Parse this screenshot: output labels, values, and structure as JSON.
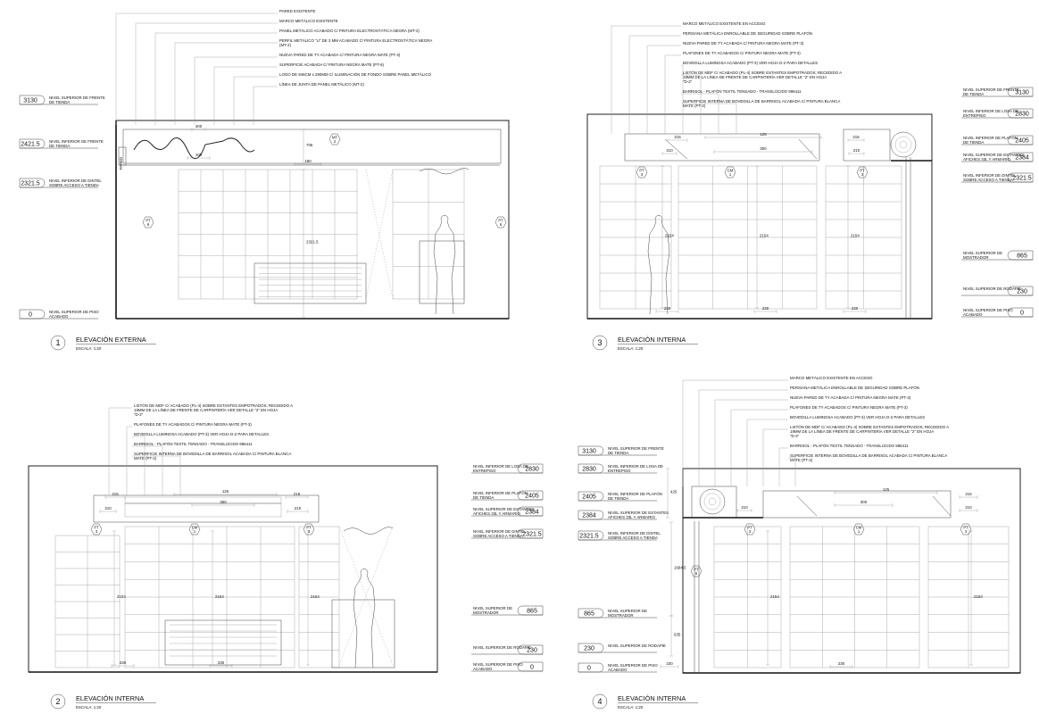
{
  "views": [
    {
      "num": "1",
      "title": "ELEVACIÓN EXTERNA",
      "scale": "ESCALA: 1:20",
      "left_levels": [
        {
          "value": "3130",
          "label": "NIVEL SUPERIOR DE FRENTE DE TIENDA"
        },
        {
          "value": "2421.5",
          "label": "NIVEL INFERIOR DE FRENTE DE TIENDA"
        },
        {
          "value": "2321.5",
          "label": "NIVEL INFERIOR DE DINTEL SOBRE ACCESO A TIENDA"
        },
        {
          "value": "0",
          "label": "NIVEL SUPERIOR DE PISO ACABADO"
        }
      ],
      "right_levels": [],
      "notes": [
        "PARED EXISTENTE",
        "MARCO METÁLICO EXISTENTE",
        "PANEL METÁLICO ACABADO C/ PINTURA ELECTROSTÁTICA NEGRA (MT-2)",
        "PERFIL METÁLICO \"U\" DE 3 MM ACABADO C/ PINTURA ELECTROSTÁTICA NEGRA (MT-2)",
        "NUEVA PARED DE TY ACABADA C/ PINTURA NEGRA MATE (PT-3)",
        "SUPERFICIE ACABADA C/ PINTURA NEGRA MATE (PT-6)",
        "LOGO DE 946CM x 290MM C/ ILUMINACIÓN DE FONDO SOBRE PANEL METÁLICO",
        "LÍNEA DE JUNTA DE PANEL METÁLICO (MT-2)"
      ],
      "dims": [
        "400",
        "706",
        "100",
        "2321.5",
        "180"
      ],
      "tags": [
        "PT 6",
        "PT 6",
        "MT 2"
      ]
    },
    {
      "num": "3",
      "title": "ELEVACIÓN INTERNA",
      "scale": "ESCALA: 1:20",
      "left_levels": [],
      "right_levels": [
        {
          "value": "3130",
          "label": "NIVEL SUPERIOR DE FRENTE DE TIENDA"
        },
        {
          "value": "2830",
          "label": "NIVEL INFERIOR DE LOSA DE ENTREPISO"
        },
        {
          "value": "2405",
          "label": "NIVEL INFERIOR DE PLAFÓN DE TIENDA"
        },
        {
          "value": "2384",
          "label": "NIVEL SUPERIOR DE ESTANTES AFICHES 33L Y ARMARIO"
        },
        {
          "value": "2321.5",
          "label": "NIVEL INFERIOR DE DINTEL SOBRE ACCESO A TIENDA"
        },
        {
          "value": "865",
          "label": "NIVEL SUPERIOR DE MOSTRADOR"
        },
        {
          "value": "230",
          "label": "NIVEL SUPERIOR DE RODAPIE"
        },
        {
          "value": "0",
          "label": "NIVEL SUPERIOR DE PISO ACABADO"
        }
      ],
      "notes": [
        "MARCO METÁLICO EXISTENTE EN ACCESO",
        "PERSIANA METÁLICA ENROLLABLE DE SEGURIDAD SOBRE PLAFÓN",
        "NUEVA PARED DE TY ACABADA C/ PINTURA NEGRA MATE (PT-3)",
        "PLAFONES DE TY ACABADOS C/ PINTURA NEGRA MATE (PT-3)",
        "BOVEDILLA LUMINOSA ACABADO (PT-3) VER HOJA D-2 PARA DETALLES",
        "LISTÓN DE MDF C/ ACABADO (PL-4) SOBRE ESTANTES EMPOTRADOS; RECEDIDO A 19MM DE LA LÍNEA DE FRENTE DE CARPINTERÍA VER DETALLE \"2\" EN HOJA \"D-2\"",
        "BARRISOL - PLAFÓN TEXTIL TENSADO - TRANSLÚCIDO 996411",
        "SUPERFICIE INTERNA DE BOVEDILLA DE BARRISOL ACABADA C/ PINTURA BLANCA MATE (PT-2)"
      ],
      "dims": [
        "215",
        "125",
        "300",
        "215",
        "210",
        "210",
        "230",
        "2154",
        "2154",
        "2154",
        "230",
        "230"
      ],
      "tags": [
        "PT 3",
        "CM 1",
        "PT 3"
      ]
    },
    {
      "num": "2",
      "title": "ELEVACIÓN INTERNA",
      "scale": "ESCALA: 1:20",
      "left_levels": [],
      "right_levels": [
        {
          "value": "2830",
          "label": "NIVEL INFERIOR DE LOSA DE ENTREPISO"
        },
        {
          "value": "2405",
          "label": "NIVEL INFERIOR DE PLAFÓN DE TIENDA"
        },
        {
          "value": "2384",
          "label": "NIVEL SUPERIOR DE ESTANTES AFICHES 33L Y ARMARIO"
        },
        {
          "value": "2321.5",
          "label": "NIVEL INFERIOR DE DINTEL SOBRE ACCESO A TIENDA"
        },
        {
          "value": "865",
          "label": "NIVEL SUPERIOR DE MOSTRADOR"
        },
        {
          "value": "230",
          "label": "NIVEL SUPERIOR DE RODAPIE"
        },
        {
          "value": "0",
          "label": "NIVEL SUPERIOR DE PISO ACABADO"
        }
      ],
      "notes": [
        "LISTÓN DE MDF C/ ACABADO (PL-4) SOBRE ESTANTES EMPOTRADOS; RECEDIDO A 19MM DE LA LÍNEA DE FRENTE DE CARPINTERÍA VER DETALLE \"2\" EN HOJA \"D-2\"",
        "PLAFONES DE TY ACABADOS C/ PINTURA NEGRA MATE (PT-3)",
        "BOVEDILLA LUMINOSA ACABADO (PT-3) VER HOJA D-2 PARA DETALLES",
        "BARRISOL - PLAFÓN TEXTIL TENSADO - TRANSLÚCIDO 996411",
        "SUPERFICIE INTERNA DE BOVEDILLA DE BARRISOL ACABADA C/ PINTURA BLANCA MATE (PT-2)"
      ],
      "dims": [
        "215",
        "125",
        "215",
        "210",
        "300",
        "210",
        "2154",
        "2154",
        "2154",
        "230",
        "230"
      ],
      "tags": [
        "PT 3",
        "CM 1",
        "PT 3"
      ]
    },
    {
      "num": "4",
      "title": "ELEVACIÓN INTERNA",
      "scale": "ESCALA: 1:20",
      "left_levels": [
        {
          "value": "3130",
          "label": "NIVEL SUPERIOR DE FRENTE DE TIENDA"
        },
        {
          "value": "2830",
          "label": "NIVEL INFERIOR DE LOSA DE ENTREPISO"
        },
        {
          "value": "2405",
          "label": "NIVEL INFERIOR DE PLAFÓN DE TIENDA"
        },
        {
          "value": "2384",
          "label": "NIVEL SUPERIOR DE ESTANTES AFICHES 33L Y ARMARIO"
        },
        {
          "value": "2321.5",
          "label": "NIVEL INFERIOR DE DINTEL SOBRE ACCESO A TIENDA"
        },
        {
          "value": "865",
          "label": "NIVEL SUPERIOR DE MOSTRADOR"
        },
        {
          "value": "230",
          "label": "NIVEL SUPERIOR DE RODAPIE"
        },
        {
          "value": "0",
          "label": "NIVEL SUPERIOR DE PISO ACABADO"
        }
      ],
      "right_levels": [],
      "notes": [
        "MARCO METÁLICO EXISTENTE EN ACCESO",
        "PERSIANA METÁLICA ENROLLABLE DE SEGURIDAD SOBRE PLAFÓN",
        "NUEVA PARED DE TY ACABADA C/ PINTURA NEGRA MATE (PT-3)",
        "PLAFONES DE TY ACABADOS C/ PINTURA NEGRA MATE (PT-3)",
        "BOVEDILLA LUMINOSA ACABADO (PT-3) VER HOJA D-2 PARA DETALLES",
        "LISTÓN DE MDF C/ ACABADO (PL-4) SOBRE ESTANTES EMPOTRADOS; RECEDIDO A 19MM DE LA LÍNEA DE FRENTE DE CARPINTERÍA VER DETALLE \"2\" EN HOJA \"D-2\"",
        "BARRISOL - PLAFÓN TEXTIL TENSADO - TRANSLÚCIDO 996411",
        "SUPERFICIE INTERNA DE BOVEDILLA DE BARRISOL ACABADA C/ PINTURA BLANCA MATE (PT-2)"
      ],
      "dims": [
        "425",
        "125",
        "215",
        "210",
        "300",
        "210",
        "2154",
        "2154",
        "1694.5",
        "635",
        "230",
        "230"
      ],
      "tags": [
        "PT 3",
        "CM 1",
        "PT 3",
        "PT 6"
      ]
    }
  ]
}
